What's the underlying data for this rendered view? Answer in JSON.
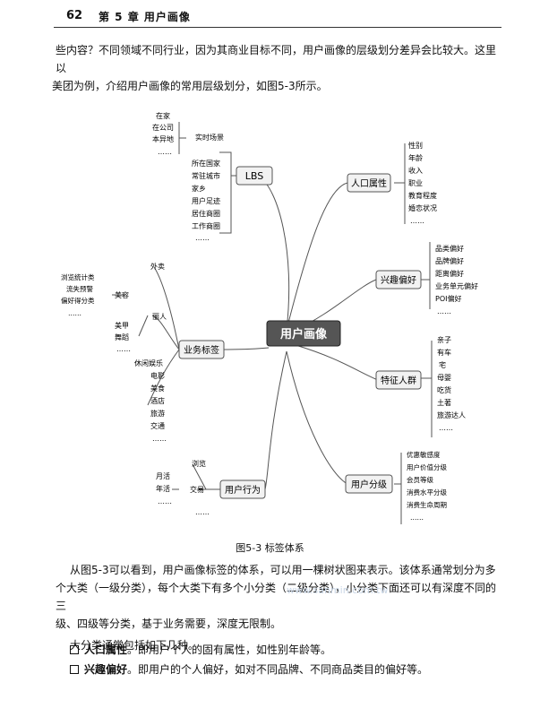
{
  "header": {
    "page_number": "62",
    "chapter": "第 5 章  用户画像"
  },
  "intro": {
    "line1": "些内容？不同领域不同行业，因为其商业目标不同，用户画像的层级划分差异会比较大。这里以",
    "line2": "美团为例，介绍用户画像的常用层级划分，如图5-3所示。"
  },
  "mindmap": {
    "root": "用户画像",
    "branches": {
      "lbs": {
        "label": "LBS",
        "scene": "实时场景",
        "scene_items": [
          "在家",
          "在公司",
          "本异地",
          "……"
        ],
        "items": [
          "所在国家",
          "常驻城市",
          "家乡",
          "用户足迹",
          "居住商圈",
          "工作商圈",
          "……"
        ]
      },
      "biz": {
        "label": "业务标签",
        "waimai": "外卖",
        "liren": "丽人",
        "meirong": "美容",
        "meirong_items": [
          "浏览统计类",
          "流失预警",
          "偏好得分类",
          "……"
        ],
        "liren_items": [
          "美甲",
          "舞蹈",
          "……"
        ],
        "xiuxian": "休闲娱乐",
        "other_items": [
          "电影",
          "美食",
          "酒店",
          "旅游",
          "交通",
          "……"
        ]
      },
      "behavior": {
        "label": "用户行为",
        "browse": "浏览",
        "trade": "交易",
        "sub_items": [
          "月活",
          "年活",
          "……"
        ],
        "more": "……"
      },
      "demographic": {
        "label": "人口属性",
        "items": [
          "性别",
          "年龄",
          "收入",
          "职业",
          "教育程度",
          "婚恋状况",
          "……"
        ]
      },
      "interest": {
        "label": "兴趣偏好",
        "items": [
          "品类偏好",
          "品牌偏好",
          "距离偏好",
          "业务单元偏好",
          "POI偏好",
          "……"
        ]
      },
      "crowd": {
        "label": "特征人群",
        "items": [
          "亲子",
          "有车",
          "宅",
          "母婴",
          "吃货",
          "土著",
          "旅游达人",
          "……"
        ]
      },
      "grade": {
        "label": "用户分级",
        "items": [
          "优惠敏感度",
          "用户价值分级",
          "会员等级",
          "消费水平分级",
          "消费生命周期",
          "……"
        ]
      }
    }
  },
  "caption": "图5-3  标签体系",
  "body": {
    "line1": "从图5-3可以看到，用户画像标签的体系，可以用一棵树状图来表示。该体系通常划分为多",
    "line2": "个大类（一级分类），每个大类下有多个小分类（二级分类），小分类下面还可以有深度不同的三",
    "line3": "级、四级等分类，基于业务需要，深度无限制。",
    "line4": "大分类通常包括如下几种。"
  },
  "bullets": [
    {
      "term": "人口属性",
      "desc": "。即用户个人的固有属性，如性别年龄等。"
    },
    {
      "term": "兴趣偏好",
      "desc": "。即用户的个人偏好，如对不同品牌、不同商品类目的偏好等。"
    }
  ],
  "watermark": "www.sanmin.com.tw"
}
